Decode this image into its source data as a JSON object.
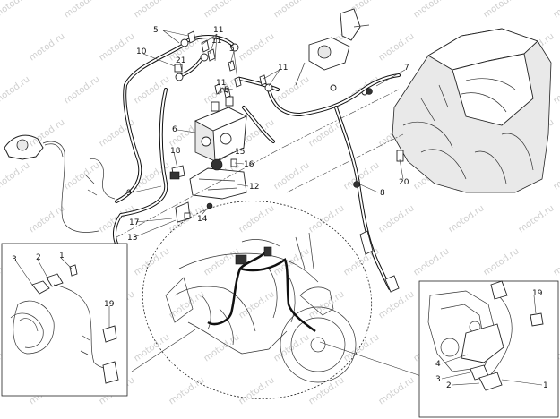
{
  "watermark": "motod.ru",
  "callouts": {
    "c1": "1",
    "c2": "2",
    "c3": "3",
    "c4": "4",
    "c5": "5",
    "c6": "6",
    "c7": "7",
    "c8": "8",
    "c9": "9",
    "c10": "10",
    "c11": "11",
    "c12": "12",
    "c13": "13",
    "c14": "14",
    "c15": "15",
    "c16": "16",
    "c17": "17",
    "c18": "18",
    "c19": "19",
    "c20": "20",
    "c21": "21"
  }
}
